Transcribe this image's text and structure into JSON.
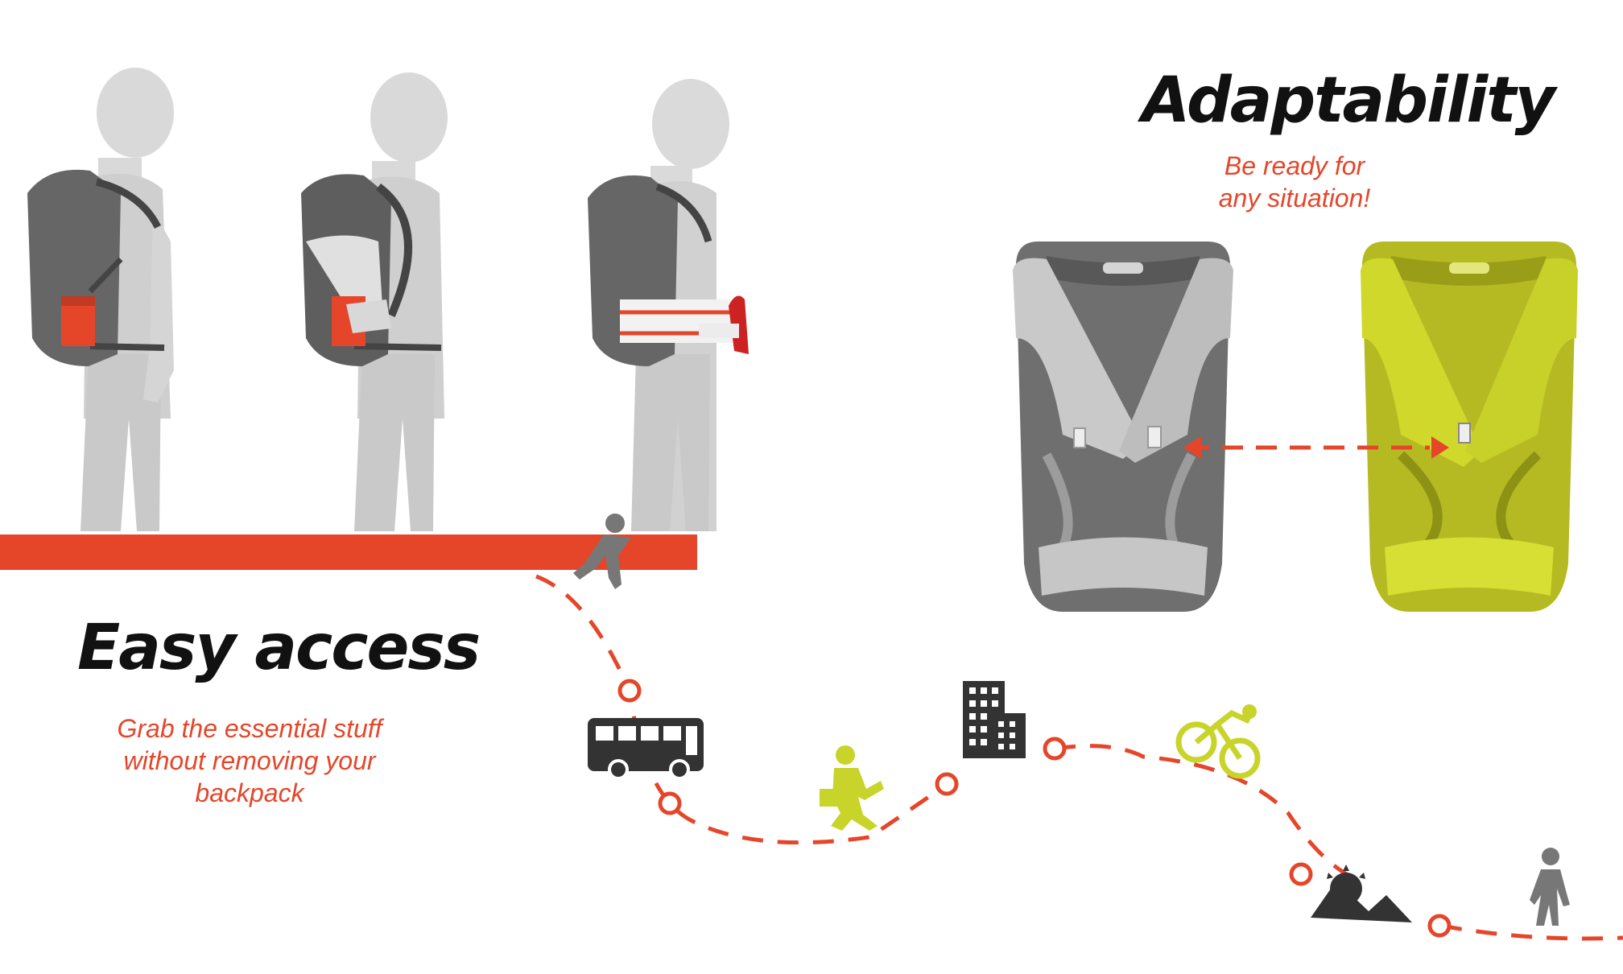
{
  "adaptability": {
    "title": "Adaptability",
    "subtitle": "Be ready for\nany situation!"
  },
  "easy_access": {
    "title": "Easy access",
    "subtitle": "Grab the essential stuff\nwithout removing your\nbackpack"
  },
  "colors": {
    "accent": "#e5462a",
    "lime": "#c8d42a",
    "lime_dark": "#a9ad1f",
    "pack_gray": "#666666",
    "figure_light": "#dcdcdc",
    "figure_mid": "#c6c6c6",
    "icon_dark": "#3a3a3a",
    "text_dark": "#111111"
  },
  "icons": [
    "person-with-backpack",
    "bus-icon",
    "commuter-running-icon",
    "office-building-icon",
    "cyclist-icon",
    "mountain-sunrise-icon",
    "walking-person-icon",
    "falling-person-icon"
  ]
}
